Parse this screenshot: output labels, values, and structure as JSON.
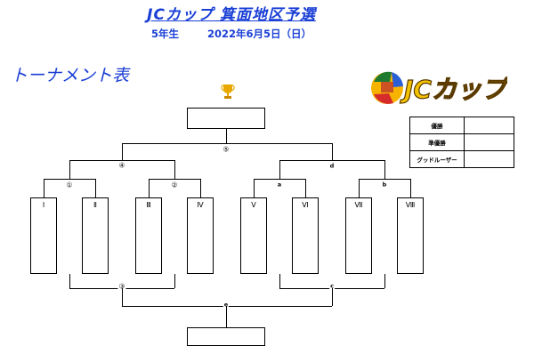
{
  "header": {
    "title": "JCカップ 箕面地区予選",
    "grade": "5年生",
    "date": "2022年6月5日（日）"
  },
  "section_title": "トーナメント表",
  "logo": {
    "text": "JCカップ",
    "alt": "JC cup logo"
  },
  "results": {
    "rows": [
      {
        "label": "優勝",
        "value": ""
      },
      {
        "label": "準優勝",
        "value": ""
      },
      {
        "label": "グッドルーザー",
        "value": ""
      }
    ]
  },
  "bracket": {
    "teams": [
      "Ⅰ",
      "Ⅱ",
      "Ⅲ",
      "Ⅳ",
      "Ⅴ",
      "Ⅵ",
      "Ⅶ",
      "Ⅷ"
    ],
    "match_labels": {
      "m1": "①",
      "m2": "②",
      "m3": "③",
      "m4": "④",
      "m5": "⑤",
      "a": "a",
      "b": "b",
      "c": "c",
      "d": "d",
      "e": "e"
    },
    "champion": "",
    "losers_final": ""
  },
  "colors": {
    "accent": "#1a3fd6",
    "trophy": "#e8a800"
  }
}
